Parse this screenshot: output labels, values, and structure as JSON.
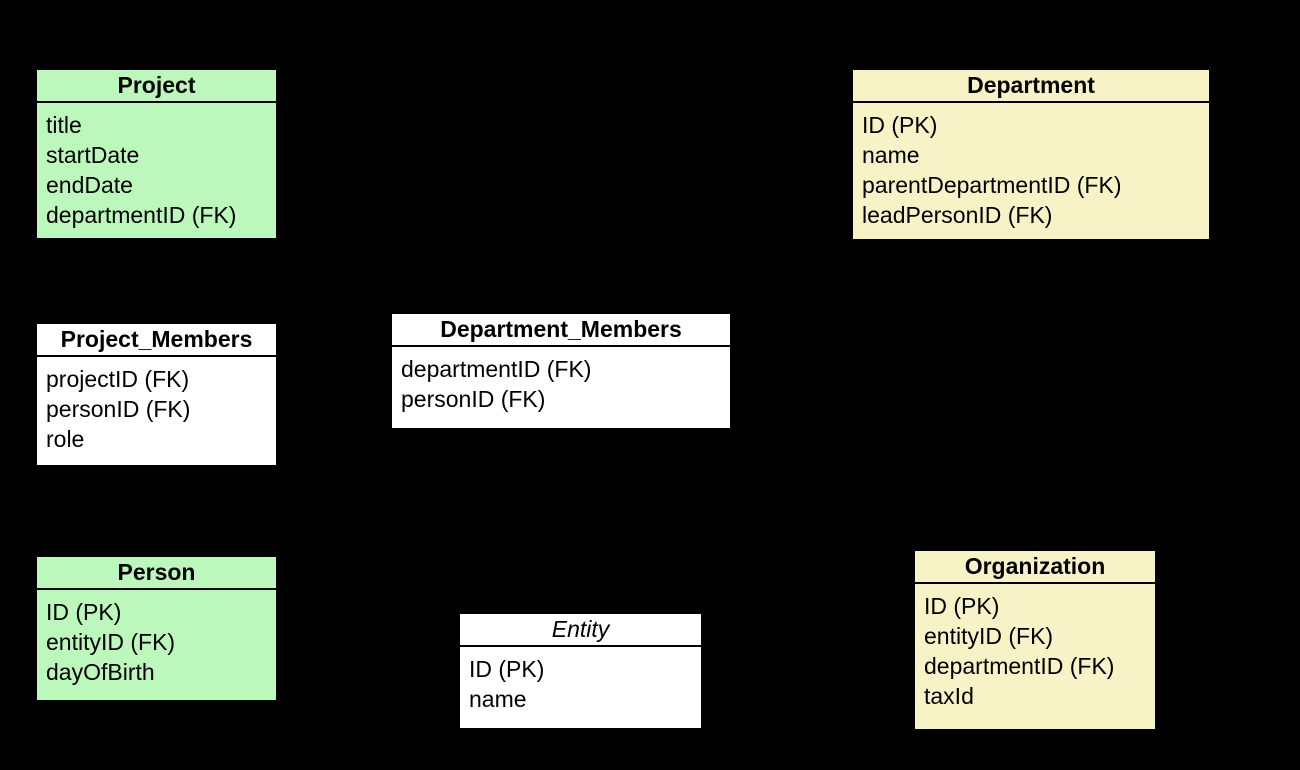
{
  "canvas": {
    "background": "#000000",
    "border_color": "#000000",
    "text_color": "#000000"
  },
  "colors": {
    "entity_green": "#bcf8bc",
    "entity_yellow": "#f8f3c7",
    "entity_white": "#ffffff"
  },
  "diagram": {
    "type": "entity-relationship-diagram",
    "entities": [
      {
        "name": "Project",
        "fill": "#bcf8bc",
        "title_italic": false,
        "attributes": [
          "title",
          "startDate",
          "endDate",
          "departmentID (FK)"
        ]
      },
      {
        "name": "Department",
        "fill": "#f8f3c7",
        "title_italic": false,
        "attributes": [
          "ID (PK)",
          "name",
          "parentDepartmentID (FK)",
          "leadPersonID (FK)"
        ]
      },
      {
        "name": "Project_Members",
        "fill": "#ffffff",
        "title_italic": false,
        "attributes": [
          "projectID (FK)",
          "personID (FK)",
          "role"
        ]
      },
      {
        "name": "Department_Members",
        "fill": "#ffffff",
        "title_italic": false,
        "attributes": [
          "departmentID (FK)",
          "personID (FK)"
        ]
      },
      {
        "name": "Person",
        "fill": "#bcf8bc",
        "title_italic": false,
        "attributes": [
          "ID (PK)",
          "entityID (FK)",
          "dayOfBirth"
        ]
      },
      {
        "name": "Entity",
        "fill": "#ffffff",
        "title_italic": true,
        "attributes": [
          "ID (PK)",
          "name"
        ]
      },
      {
        "name": "Organization",
        "fill": "#f8f3c7",
        "title_italic": false,
        "attributes": [
          "ID (PK)",
          "entityID (FK)",
          "departmentID (FK)",
          "taxId"
        ]
      }
    ]
  }
}
